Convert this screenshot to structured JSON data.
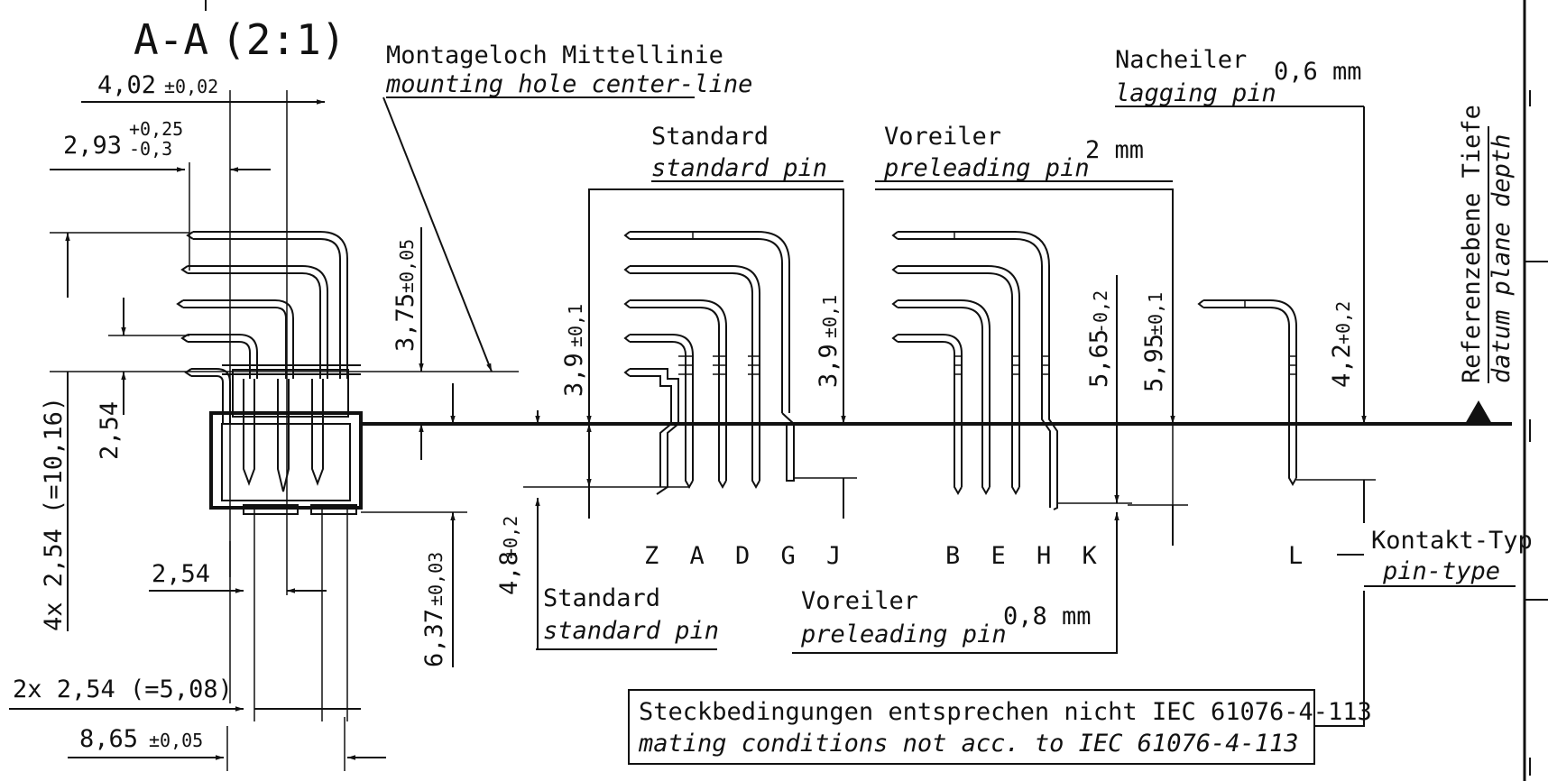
{
  "section": {
    "label": "A-A",
    "scale": "(2:1)"
  },
  "left_dims": {
    "d_402": "4,02",
    "d_402_tol": "±0,02",
    "d_293": "2,93",
    "d_293_tol_upper": "+0,25",
    "d_293_tol_lower": "-0,3",
    "d_375": "3,75",
    "d_375_tol": "±0,05",
    "d_254_vert": "2,54",
    "d_1016": "4x 2,54 (=10,16)",
    "d_254_horiz": "2,54",
    "d_637": "6,37",
    "d_637_tol": "±0,03",
    "d_508": "2x 2,54 (=5,08)",
    "d_865": "8,65",
    "d_865_tol": "±0,05"
  },
  "mounting_hole": {
    "de": "Montageloch Mittellinie",
    "en": "mounting hole center-line"
  },
  "pin_groups": {
    "standard_top": {
      "de": "Standard",
      "en": "standard pin"
    },
    "preleading_top": {
      "de": "Voreiler",
      "en": "preleading pin",
      "value": "2 mm"
    },
    "lagging": {
      "de": "Nacheiler",
      "en": "lagging pin",
      "value": "0,6 mm"
    },
    "standard_bottom": {
      "de": "Standard",
      "en": "standard pin"
    },
    "preleading_bottom": {
      "de": "Voreiler",
      "en": "preleading pin",
      "value": "0,8 mm"
    }
  },
  "mid_dims": {
    "d_39_left": "3,9",
    "d_39_left_tol": "±0,1",
    "d_39_right": "3,9",
    "d_39_right_tol": "±0,1",
    "d_48": "4,8",
    "d_48_tol": "+0,2",
    "d_565": "5,65",
    "d_565_tol": "-0,2",
    "d_595": "5,95",
    "d_595_tol": "±0,1",
    "d_42": "4,2",
    "d_42_tol": "+0,2"
  },
  "contact_types": {
    "group1": "Z A D G J",
    "group2": "B E H K",
    "group3": "L",
    "label_de": "Kontakt-Typ",
    "label_en": "pin-type"
  },
  "datum": {
    "de": "Referenzebene Tiefe",
    "en": "datum plane depth"
  },
  "note": {
    "de": "Steckbedingungen entsprechen nicht IEC 61076-4-113",
    "en": "mating conditions not acc. to IEC 61076-4-113"
  },
  "colors": {
    "ink": "#111111",
    "paper": "#ffffff"
  }
}
